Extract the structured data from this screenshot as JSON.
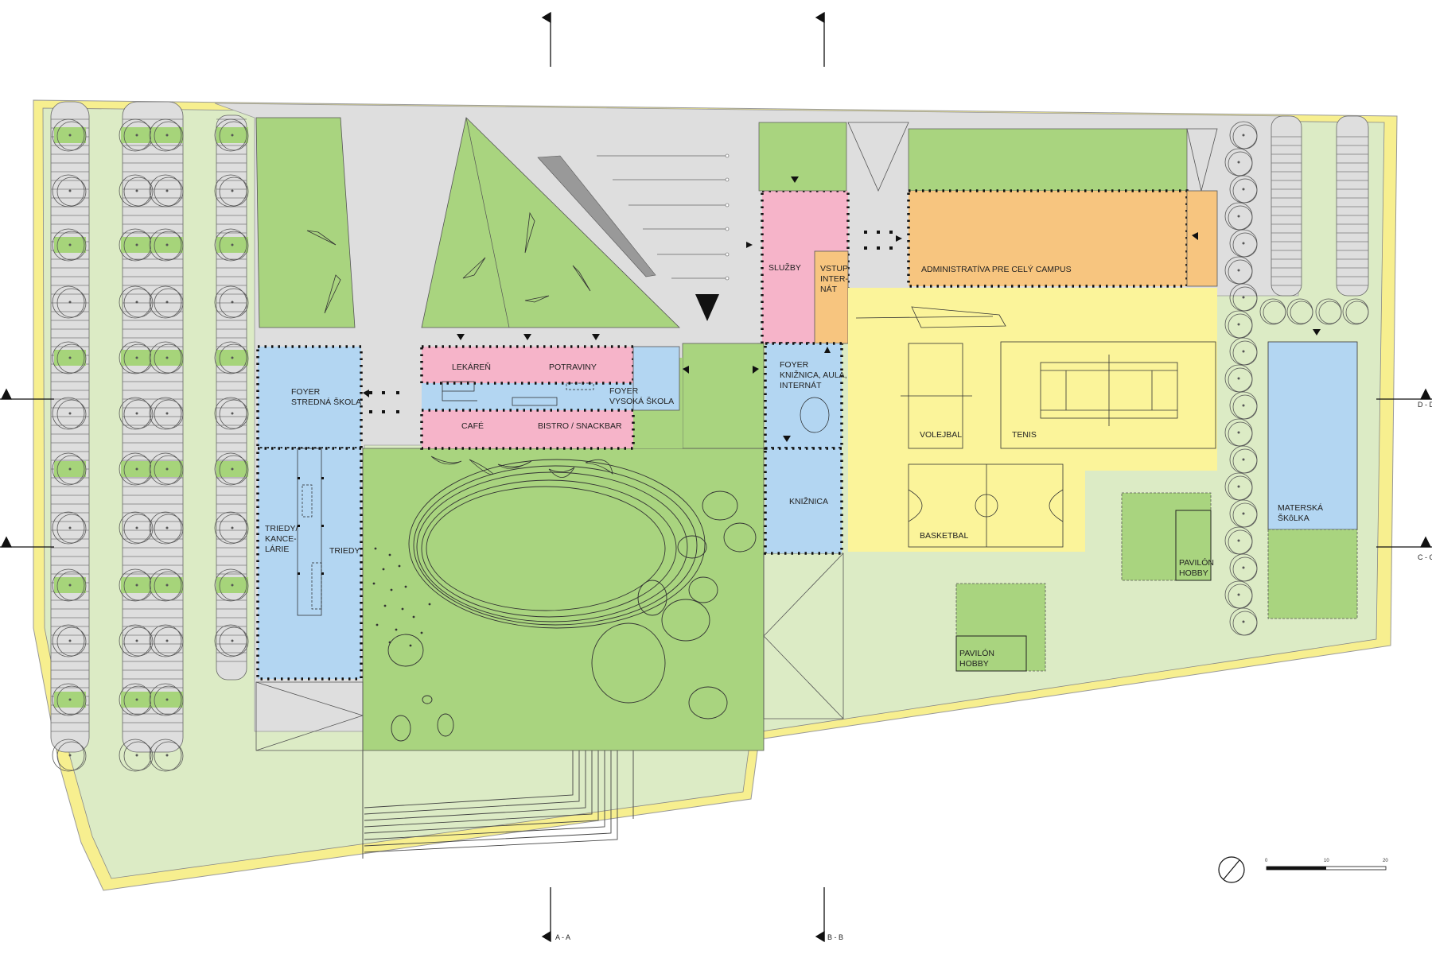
{
  "colors": {
    "lawn": "#a9d47f",
    "lawn_light": "#dcebc5",
    "path_yellow": "#f7ef8f",
    "paving": "#dedede",
    "blue": "#b3d6f2",
    "pink": "#f6b4c9",
    "orange": "#f7c57f",
    "yellow": "#fbf49a",
    "tree_green": "#a6d47a",
    "line": "#333333"
  },
  "labels": {
    "foyer_stredna": [
      "FOYER",
      "STREDNÁ ŠKOLA"
    ],
    "triedy_kancelarie": [
      "TRIEDY/",
      "KANCE-",
      "LÁRIE"
    ],
    "triedy": "TRIEDY",
    "lekaren": "LEKÁREŇ",
    "potraviny": "POTRAVINY",
    "foyer_vysoka": [
      "FOYER",
      "VYSOKÁ ŠKOLA"
    ],
    "cafe": "CAFÉ",
    "bistro": "BISTRO / SNACKBAR",
    "sluzby": "SLUŽBY",
    "vstup_internat": [
      "VSTUP",
      "INTER-",
      "NÁT"
    ],
    "administrativa": "ADMINISTRATÍVA PRE CELÝ CAMPUS",
    "foyer_kniznica": [
      "FOYER",
      "KNIŽNICA, AULA,",
      "INTERNÁT"
    ],
    "kniznica": "KNIŽNICA",
    "volejbal": "VOLEJBAL",
    "tenis": "TENIS",
    "basketbal": "BASKETBAL",
    "materska_skolka": [
      "MATERSKÁ",
      "ŠKôLKA"
    ],
    "pavilon_hobby_right": [
      "PAVILÓN",
      "HOBBY"
    ],
    "pavilon_hobby_center": [
      "PAVILÓN",
      "HOBBY"
    ]
  },
  "sections": {
    "a": "A - A",
    "b": "B - B",
    "c": "C - C",
    "d": "D - D"
  },
  "scale_bar": [
    "0",
    "10",
    "20"
  ],
  "icons": {
    "north_arrow": "north-arrow-icon",
    "entrance_marker": "triangle-marker-icon",
    "section_flag": "section-flag-icon"
  }
}
